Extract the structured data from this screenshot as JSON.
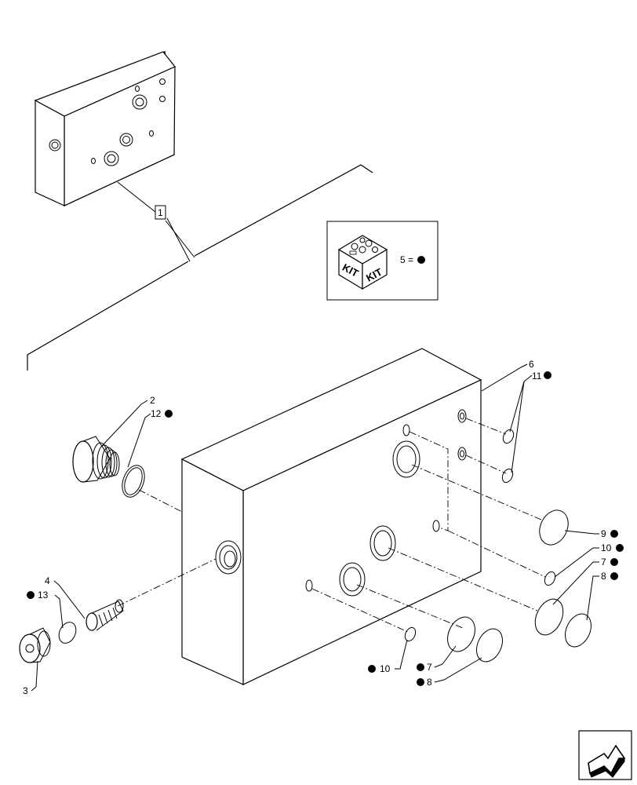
{
  "diagram": {
    "ref_box_label": "1",
    "kit_note": "5 = ",
    "kit_labels": [
      "KIT",
      "KIT"
    ],
    "callouts": {
      "c2": "2",
      "c12": "12",
      "c4": "4",
      "c13": "13",
      "c3": "3",
      "c6": "6",
      "c11": "11",
      "c9": "9",
      "c10a": "10",
      "c7a": "7",
      "c8a": "8",
      "c10b": "10",
      "c7b": "7",
      "c8b": "8"
    },
    "kit_marker_items": [
      "12",
      "13",
      "11",
      "9",
      "10",
      "7",
      "8",
      "10",
      "7",
      "8"
    ]
  }
}
